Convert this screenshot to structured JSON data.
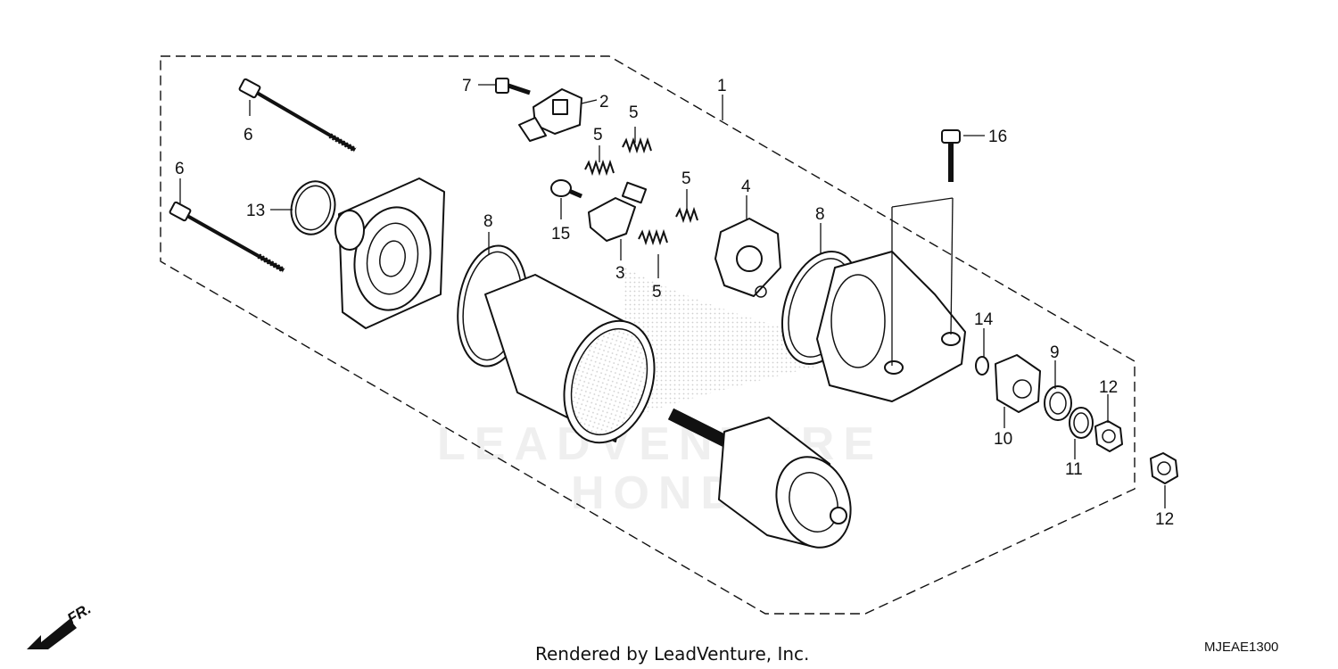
{
  "callouts": [
    {
      "id": "c1",
      "text": "1"
    },
    {
      "id": "c2",
      "text": "2"
    },
    {
      "id": "c3",
      "text": "3"
    },
    {
      "id": "c4",
      "text": "4"
    },
    {
      "id": "c5a",
      "text": "5"
    },
    {
      "id": "c5b",
      "text": "5"
    },
    {
      "id": "c5c",
      "text": "5"
    },
    {
      "id": "c5d",
      "text": "5"
    },
    {
      "id": "c6a",
      "text": "6"
    },
    {
      "id": "c6b",
      "text": "6"
    },
    {
      "id": "c7",
      "text": "7"
    },
    {
      "id": "c8a",
      "text": "8"
    },
    {
      "id": "c8b",
      "text": "8"
    },
    {
      "id": "c9",
      "text": "9"
    },
    {
      "id": "c10",
      "text": "10"
    },
    {
      "id": "c11",
      "text": "11"
    },
    {
      "id": "c12a",
      "text": "12"
    },
    {
      "id": "c12b",
      "text": "12"
    },
    {
      "id": "c13",
      "text": "13"
    },
    {
      "id": "c14",
      "text": "14"
    },
    {
      "id": "c15",
      "text": "15"
    },
    {
      "id": "c16",
      "text": "16"
    }
  ],
  "footer": {
    "credit": "Rendered by LeadVenture, Inc.",
    "diagram_code": "MJEAE1300",
    "direction_label": "FR."
  },
  "watermark": {
    "line1": "LEADVENTURE",
    "line2": "HONDA"
  },
  "colors": {
    "ink": "#111111",
    "watermark": "#efefef",
    "background": "#ffffff"
  }
}
